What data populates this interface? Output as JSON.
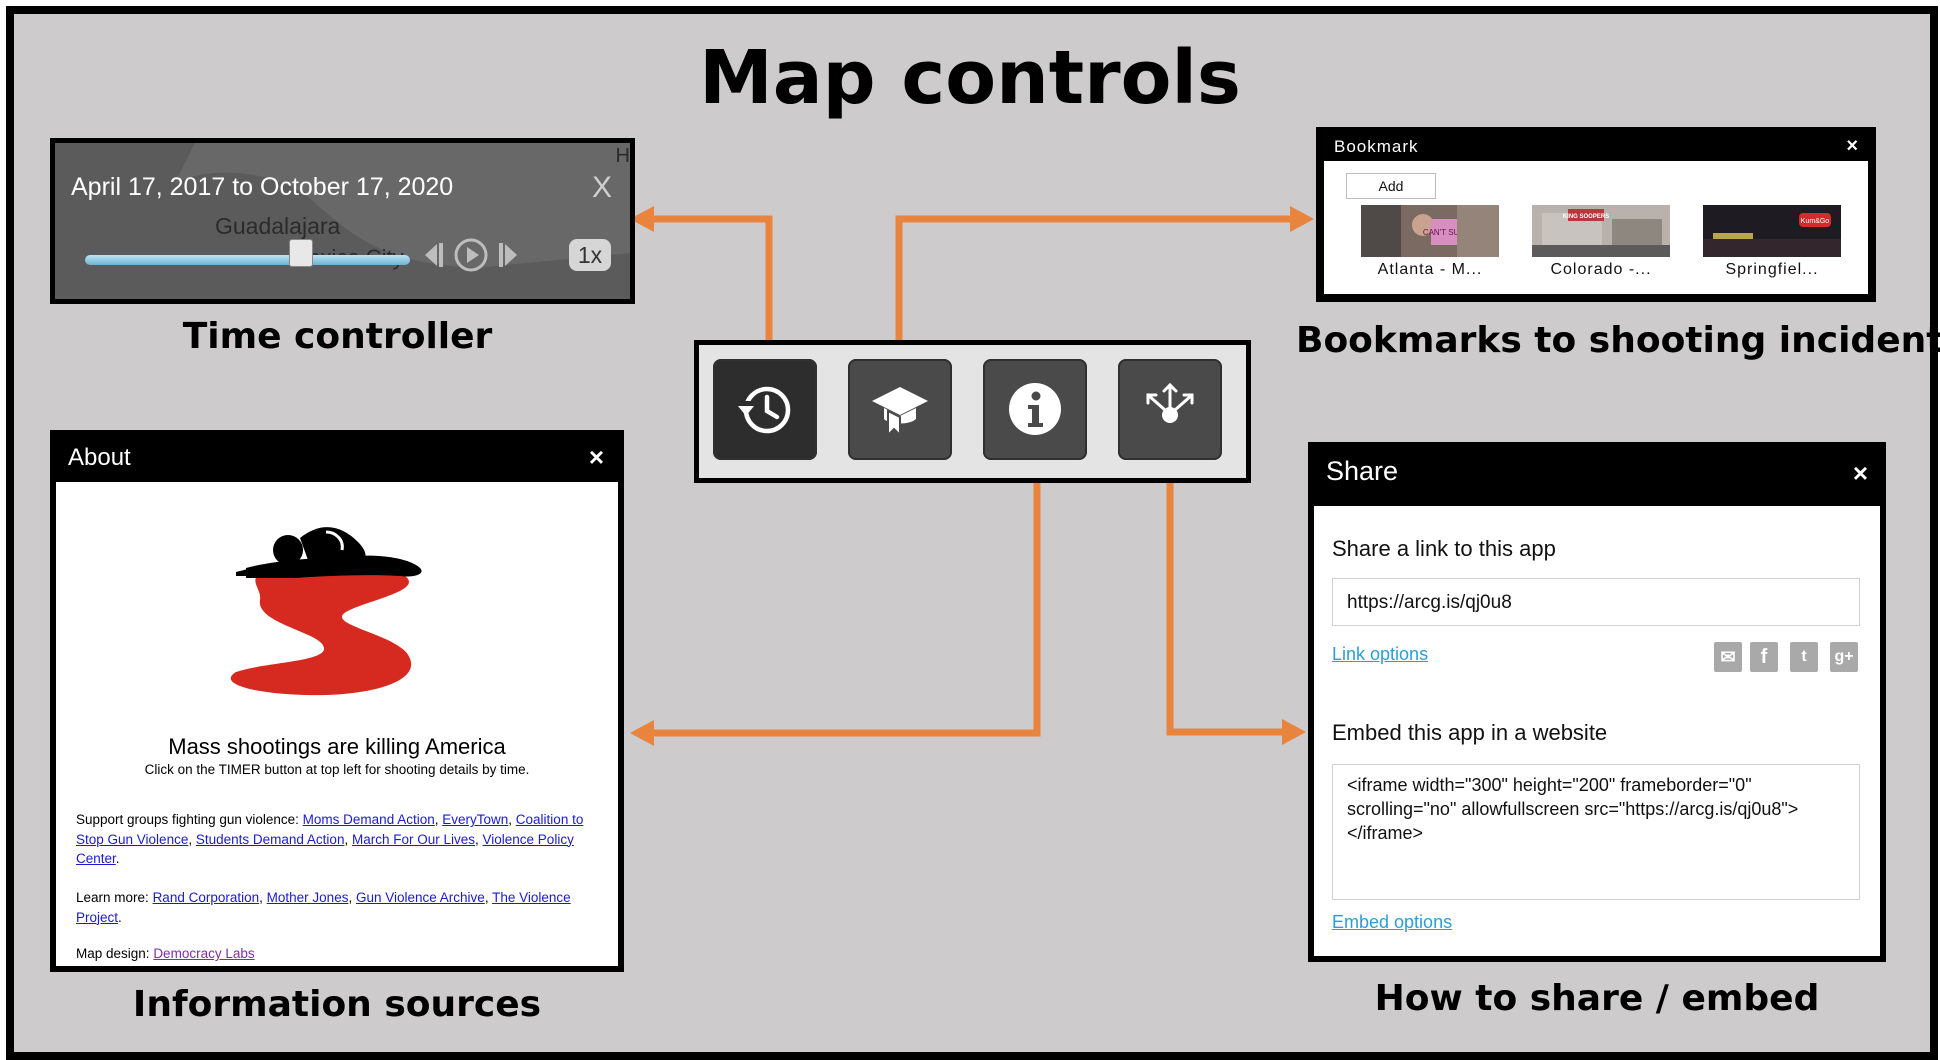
{
  "page": {
    "title": "Map controls"
  },
  "captions": {
    "time": "Time controller",
    "bookmarks": "Bookmarks to shooting  incidents",
    "info": "Information sources",
    "share": "How to share / embed"
  },
  "colors": {
    "arrow": "#e8843e",
    "frame": "#000000",
    "background": "#cdcbcc"
  },
  "time_controller": {
    "range": "April 17, 2017 to October 17, 2020",
    "map_label_1": "Guadalajara",
    "map_label_2": "Mexico City",
    "corner_label": "H",
    "close": "X",
    "speed": "1x",
    "slider_position": 0.66,
    "icons": [
      "previous-icon",
      "play-icon",
      "next-icon"
    ]
  },
  "toolbar": {
    "buttons": [
      {
        "name": "timer-button",
        "icon": "history-clock-icon"
      },
      {
        "name": "bookmarks-button",
        "icon": "graduation-cap-icon"
      },
      {
        "name": "about-button",
        "icon": "info-icon"
      },
      {
        "name": "share-button",
        "icon": "share-network-icon"
      }
    ]
  },
  "bookmark": {
    "title": "Bookmark",
    "close": "×",
    "add": "Add",
    "items": [
      {
        "label": "Atlanta - M...",
        "sign": "CAN'T SURVIVE"
      },
      {
        "label": "Colorado -...",
        "sign": "KING SOOPERS"
      },
      {
        "label": "Springfiel...",
        "sign": "Kum&Go"
      }
    ]
  },
  "about": {
    "title": "About",
    "close": "×",
    "headline": "Mass shootings are killing America",
    "subline": "Click on the TIMER button at top left for shooting details by time.",
    "support_label": "Support groups fighting gun violence:",
    "support_links": [
      "Moms Demand Action",
      "EveryTown",
      "Coalition to Stop Gun Violence",
      "Students Demand Action",
      "March For Our Lives",
      "Violence Policy Center"
    ],
    "learn_label": "Learn more:",
    "learn_links": [
      "Rand Corporation",
      "Mother Jones",
      "Gun Violence Archive",
      "The Violence Project"
    ],
    "design_label": "Map design:",
    "design_link": "Democracy Labs"
  },
  "share": {
    "title": "Share",
    "close": "×",
    "link_label": "Share a link to this app",
    "url": "https://arcg.is/qj0u8",
    "link_options": "Link options",
    "social_icons": [
      "email-icon",
      "facebook-icon",
      "twitter-icon",
      "google-plus-icon"
    ],
    "embed_label": "Embed this app in a website",
    "embed_code": "<iframe width=\"300\" height=\"200\" frameborder=\"0\" scrolling=\"no\" allowfullscreen src=\"https://arcg.is/qj0u8\"></iframe>",
    "embed_options": "Embed options"
  }
}
